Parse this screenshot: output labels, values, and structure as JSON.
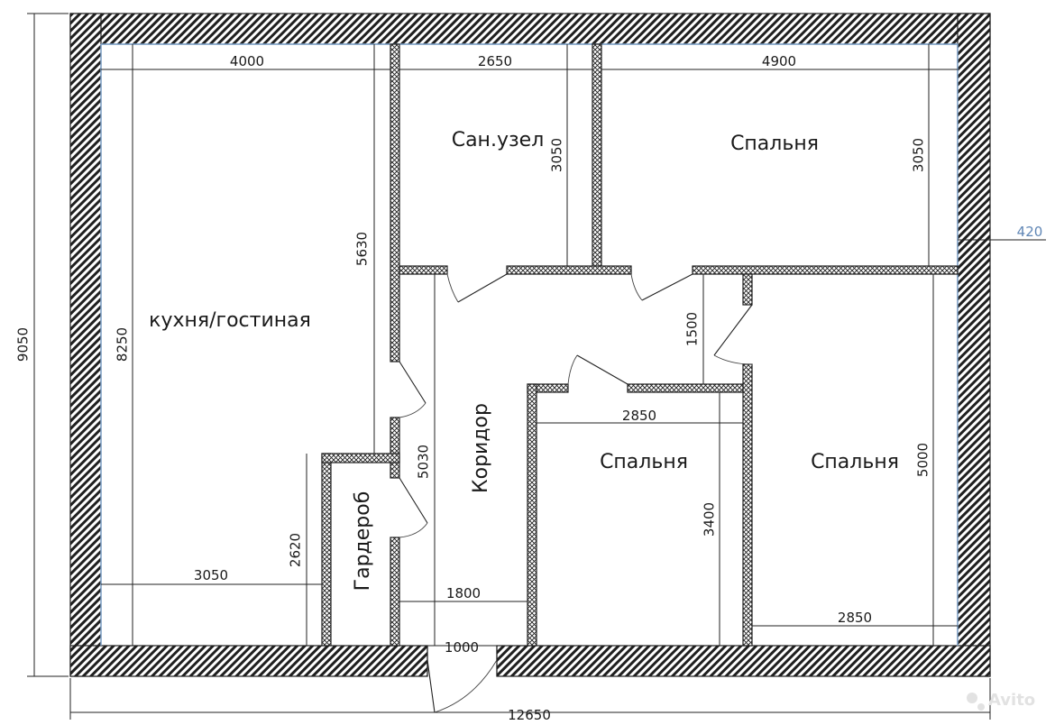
{
  "rooms": {
    "kitchen": "кухня/гостиная",
    "bathroom": "Сан.узел",
    "bedroom_top": "Спальня",
    "bedroom_mid": "Спальня",
    "bedroom_right": "Спальня",
    "corridor": "Коридор",
    "wardrobe": "Гардероб"
  },
  "dimensions": {
    "overall_width": "12650",
    "overall_height": "9050",
    "kitchen_width": "4000",
    "bathroom_width": "2650",
    "bedroom_top_width": "4900",
    "bathroom_height": "3050",
    "bedroom_top_height": "3050",
    "outer_wall": "420",
    "kitchen_height": "8250",
    "kitchen_inner_height": "5630",
    "corridor_step": "1500",
    "bedroom_mid_width": "2850",
    "corridor_length": "5030",
    "bedroom_right_height": "5000",
    "wardrobe_height": "2620",
    "bedroom_mid_height": "3400",
    "kitchen_bottom_width": "3050",
    "corridor_width": "1800",
    "bedroom_right_width": "2850",
    "entrance_width": "1000"
  },
  "watermark": "Avito",
  "colors": {
    "wall_hatch": "#1f1f1f",
    "inner_edge": "#7fa6cf",
    "accent_dimension": "#5f86b5"
  }
}
